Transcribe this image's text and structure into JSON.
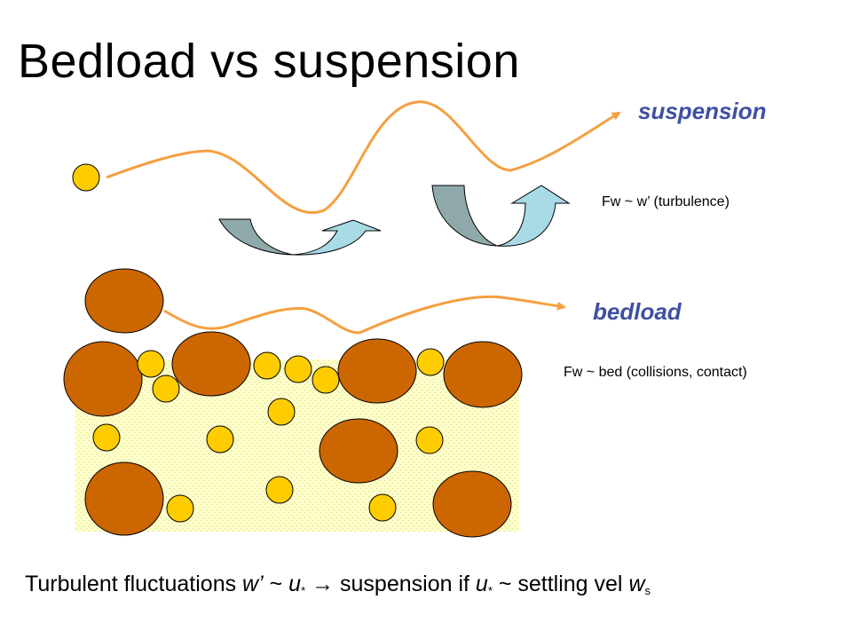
{
  "slide": {
    "title": "Bedload vs suspension"
  },
  "labels": {
    "suspension": "suspension",
    "suspension_note": "Fw ~ w’ (turbulence)",
    "bedload": "bedload",
    "bedload_note": "Fw ~ bed (collisions, contact)"
  },
  "caption": {
    "part1": "Turbulent fluctuations ",
    "w_prime": "w’",
    "tilde1": " ~ ",
    "u_star_base": "u",
    "u_star_sub": "*",
    "arrow": " → ",
    "part2": "suspension if ",
    "u_star_base2": "u",
    "u_star_sub2": "*",
    "part3": " ~ settling vel ",
    "ws_base": "w",
    "ws_sub": "s"
  },
  "colors": {
    "trajectory": "#f4a040",
    "large_grain": "#cc6600",
    "small_grain": "#ffcc00",
    "bed_fill": "#ffffcc",
    "eddy_dark": "#8fa9ab",
    "eddy_light": "#a8dbe6",
    "label_blue": "#3f4fa3"
  }
}
